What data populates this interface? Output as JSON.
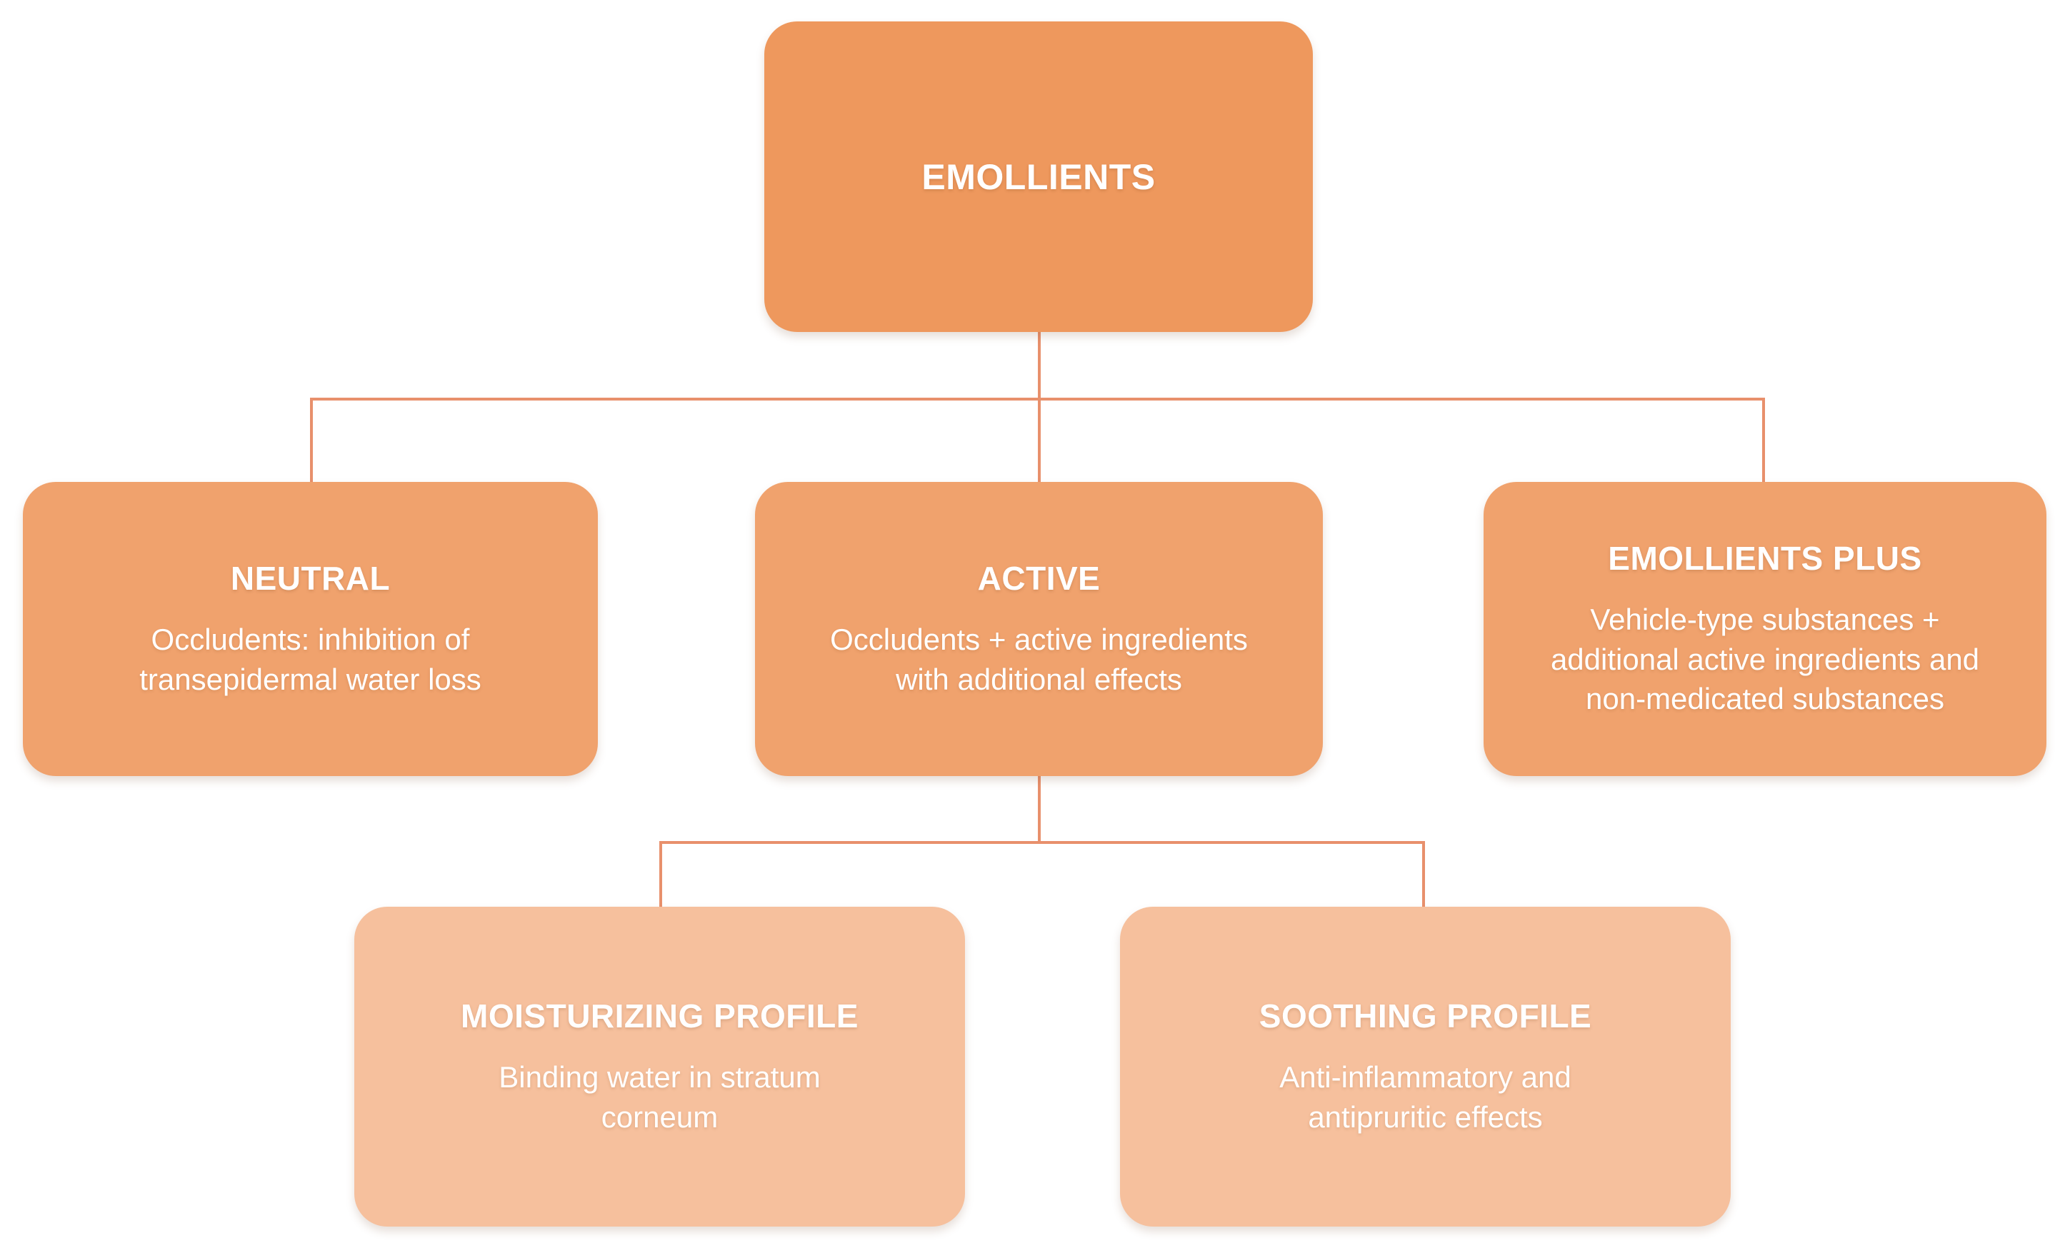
{
  "diagram": {
    "title_node": "EMOLLIENTS",
    "background_color": "#ffffff",
    "connector_color": "#e8906c",
    "level_colors": {
      "root": "#ee985d",
      "middle": "#f0a26d",
      "bottom": "#f6c09d"
    },
    "nodes": {
      "root": {
        "title": "EMOLLIENTS",
        "body": "",
        "fill": "#ee985d"
      },
      "neutral": {
        "title": "NEUTRAL",
        "body": "Occludents: inhibition of transepidermal water loss",
        "fill": "#f0a26d"
      },
      "active": {
        "title": "ACTIVE",
        "body": "Occludents + active ingredients with additional effects",
        "fill": "#f0a26d"
      },
      "emollients_plus": {
        "title": "EMOLLIENTS PLUS",
        "body": "Vehicle-type substances + additional active ingredients and non-medicated substances",
        "fill": "#f0a26d"
      },
      "moisturizing": {
        "title": "MOISTURIZING PROFILE",
        "body": "Binding water in stratum corneum",
        "fill": "#f6c09d"
      },
      "soothing": {
        "title": "SOOTHING PROFILE",
        "body": "Anti-inflammatory and antipruritic effects",
        "fill": "#f6c09d"
      }
    },
    "hierarchy": {
      "EMOLLIENTS": {
        "NEUTRAL": {},
        "ACTIVE": {
          "MOISTURIZING PROFILE": {},
          "SOOTHING PROFILE": {}
        },
        "EMOLLIENTS PLUS": {}
      }
    }
  }
}
